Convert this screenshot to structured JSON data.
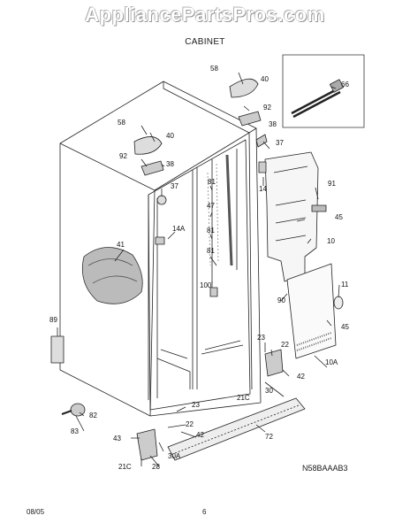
{
  "header": {
    "watermark": "AppliancePartsPros.com",
    "section_title": "CABINET"
  },
  "diagram": {
    "callouts": [
      "58",
      "40",
      "66",
      "92",
      "38",
      "58",
      "40",
      "37",
      "92",
      "38",
      "81",
      "47",
      "14",
      "91",
      "45",
      "37",
      "81",
      "14A",
      "10",
      "41",
      "81",
      "100",
      "11",
      "90",
      "89",
      "45",
      "23",
      "22",
      "10A",
      "42",
      "30",
      "21C",
      "23",
      "82",
      "22",
      "83",
      "42",
      "43",
      "72",
      "30A",
      "21C",
      "28"
    ],
    "code": "N58BAAAB3"
  },
  "footer": {
    "date": "08/05",
    "page": "6"
  }
}
